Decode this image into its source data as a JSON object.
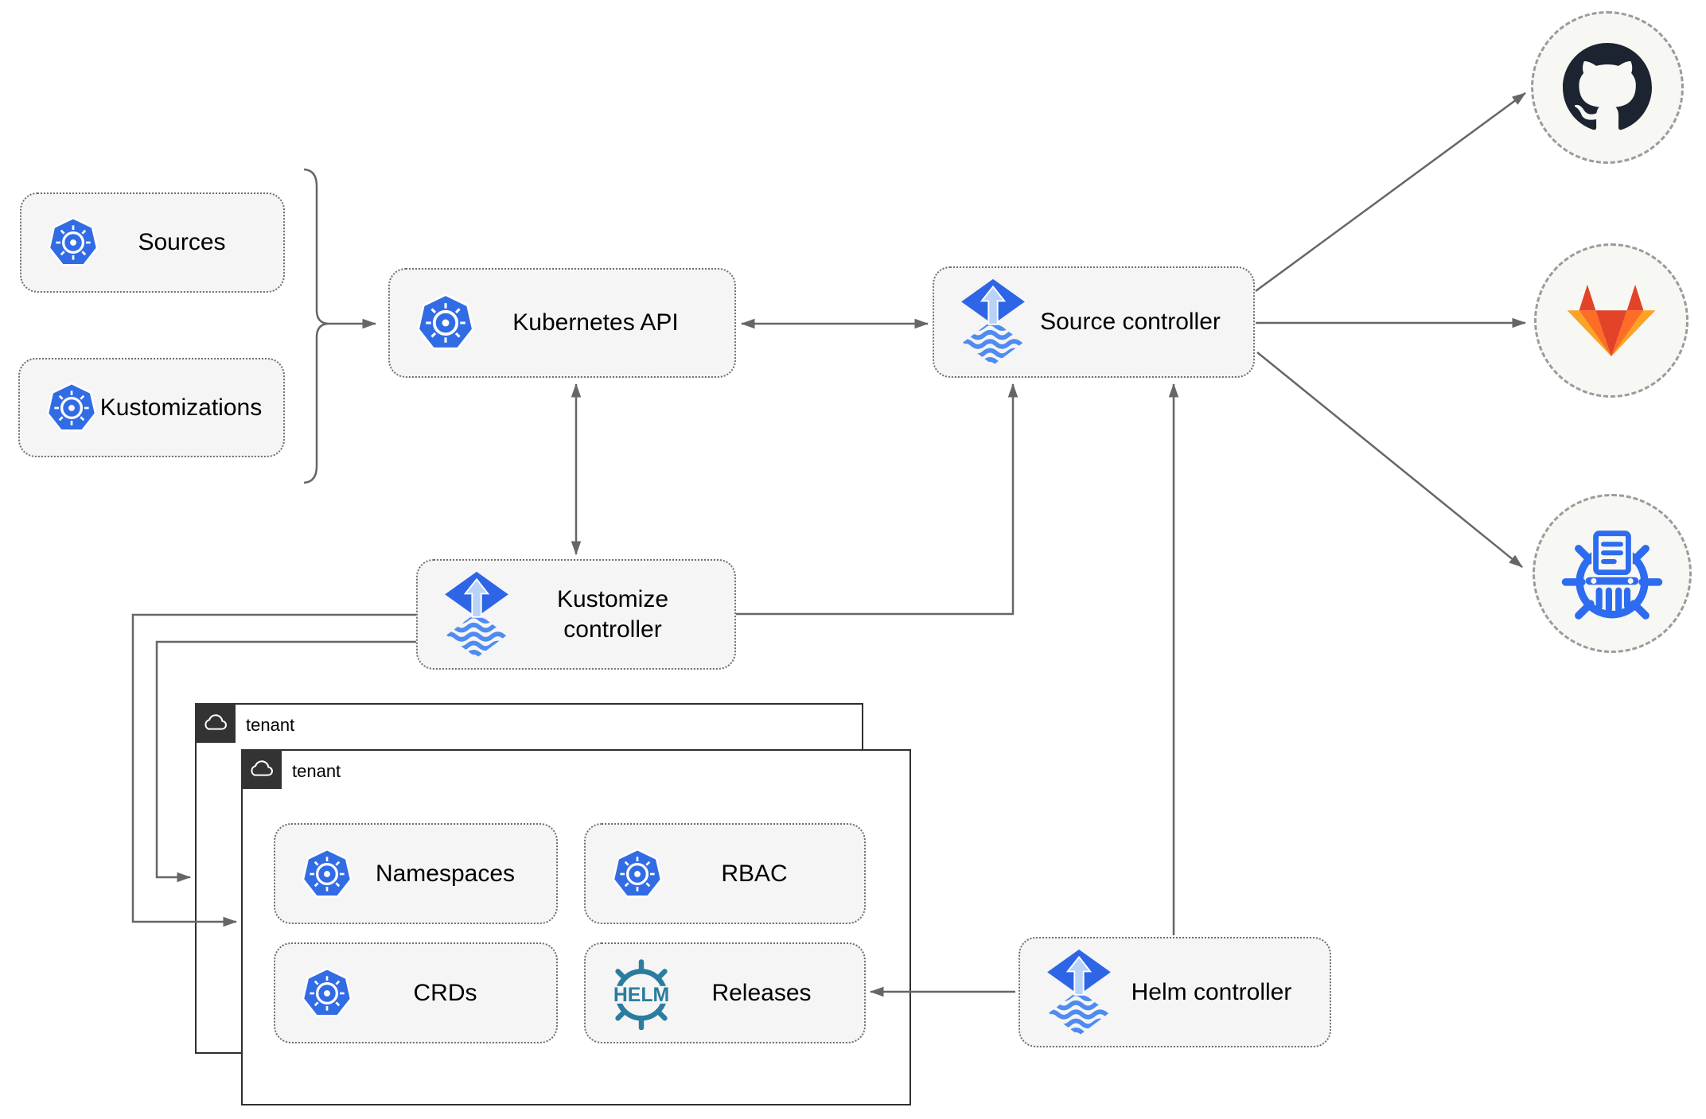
{
  "nodes": {
    "sources": {
      "label": "Sources"
    },
    "kustomizations": {
      "label": "Kustomizations"
    },
    "kubernetes_api": {
      "label": "Kubernetes API"
    },
    "source_controller": {
      "label": "Source controller"
    },
    "kustomize_controller": {
      "label": "Kustomize controller"
    },
    "helm_controller": {
      "label": "Helm controller"
    },
    "namespaces": {
      "label": "Namespaces"
    },
    "rbac": {
      "label": "RBAC"
    },
    "crds": {
      "label": "CRDs"
    },
    "releases": {
      "label": "Releases"
    }
  },
  "groups": {
    "tenant_back": {
      "label": "tenant"
    },
    "tenant_front": {
      "label": "tenant"
    }
  },
  "remotes": {
    "github": {
      "icon": "github-icon"
    },
    "gitlab": {
      "icon": "gitlab-icon"
    },
    "chartmuseum": {
      "icon": "chartmuseum-icon"
    }
  },
  "icons": {
    "kubernetes": "kubernetes-wheel-icon",
    "flux": "flux-diamond-icon",
    "helm_wheel": {
      "name": "helm-wheel-icon",
      "text": "HELM"
    },
    "cloud": "cloud-icon"
  },
  "colors": {
    "kubernetes_blue": "#326ce5",
    "flux_diamond_blue": "#2e65e6",
    "flux_arrow_light": "#b9d2f8",
    "flux_wave_blue": "#4f8bf0",
    "helm_teal": "#2b7c9e",
    "chartmuseum_blue": "#2d6cf0",
    "github_dark": "#1b2430",
    "gitlab_red": "#e24329",
    "gitlab_orange": "#fc6d26",
    "gitlab_light_orange": "#fca326",
    "line_gray": "#666666",
    "node_fill": "#f5f5f5",
    "tenant_border": "#2f2f2f",
    "tenant_tab": "#333333"
  }
}
